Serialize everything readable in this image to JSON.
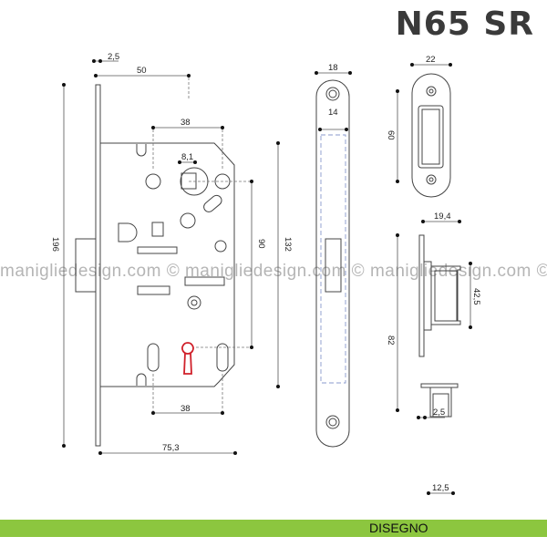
{
  "title": "N65 SR",
  "watermark": "manigliedesign.com © manigliedesign.com © manigliedesign.com ©",
  "footer_label": "DISEGNO",
  "colors": {
    "accent_green": "#8cc63f",
    "keyhole_red": "#d0202a",
    "hidden_line_blue": "#8899cc"
  },
  "dimensions": {
    "faceplate_thickness": "2,5",
    "backset": "50",
    "height_total": "196",
    "spacing_top": "38",
    "spindle": "8,1",
    "center_distance": "90",
    "case_height": "132",
    "spacing_bottom": "38",
    "depth": "75,3",
    "faceplate_width": "18",
    "faceplate_inner": "14",
    "strike_width": "22",
    "strike_height": "60",
    "strike_depth": "19,4",
    "strike_length": "82",
    "strike_box": "42,5",
    "strike_plate": "2,5",
    "strike_box_width": "12,5"
  }
}
